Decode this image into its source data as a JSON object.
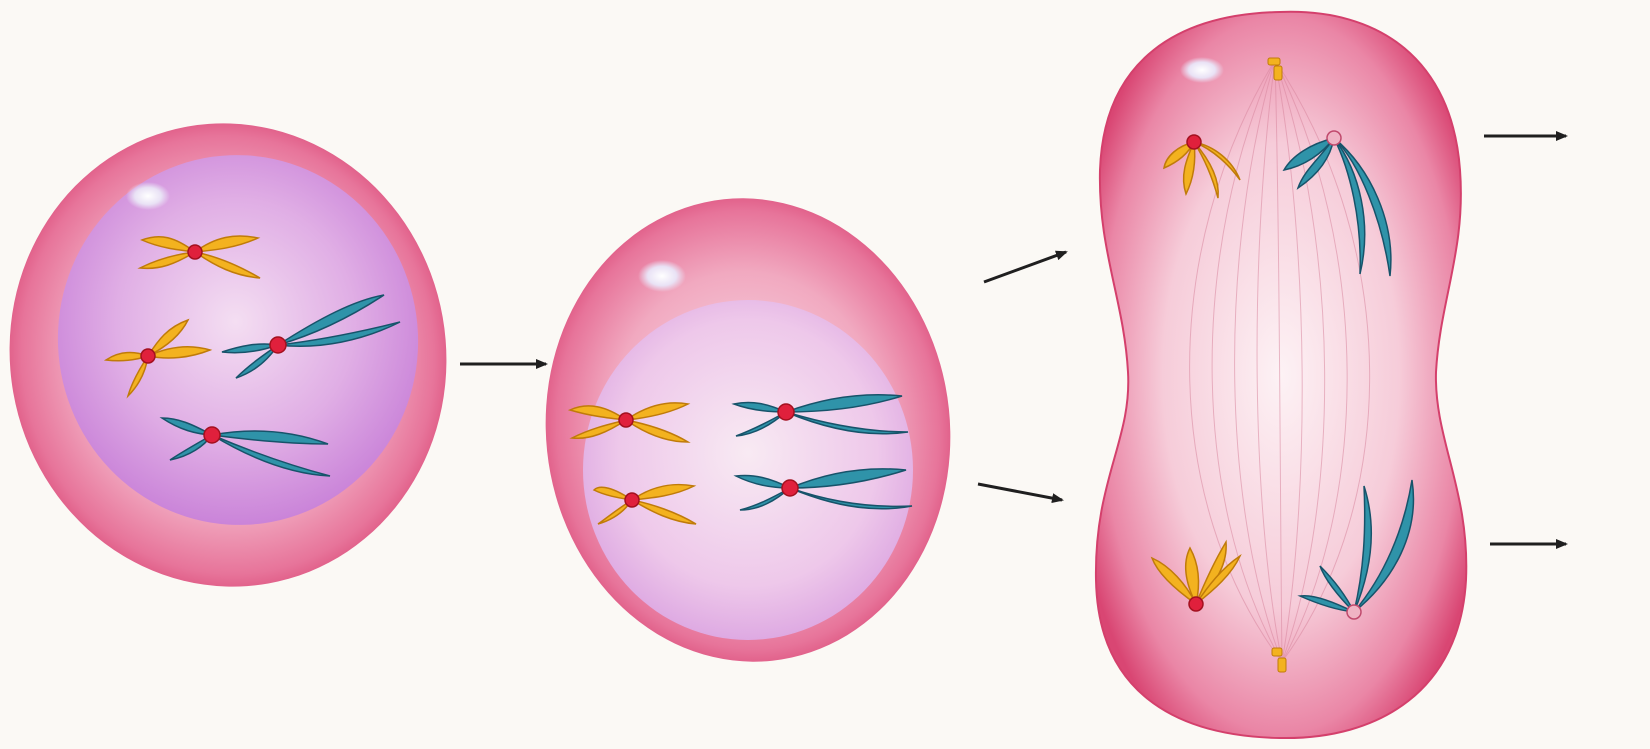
{
  "colors": {
    "background": "#fbf9f5",
    "membrane_outer": "#dd3f72",
    "membrane_mid": "#ea7fa0",
    "membrane_light": "#f7d3df",
    "nucleus_purple": "#c67ad7",
    "nucleus_light": "#ecc6ee",
    "chromosome_yellow": "#f3b21f",
    "chromosome_yellow_edge": "#c07b0a",
    "chromosome_blue": "#2f93a9",
    "chromosome_blue_edge": "#17536a",
    "centromere": "#e0203c",
    "arrow": "#1f1f1f",
    "spindle": "#d9879f"
  },
  "stages": [
    {
      "id": "cell-1",
      "shape": "oval-with-nucleus"
    },
    {
      "id": "cell-2",
      "shape": "oval-with-fading-nucleus"
    },
    {
      "id": "cell-3",
      "shape": "dividing-cell-with-spindle"
    }
  ],
  "chromosomes": {
    "cell_1": [
      "yellow-x-chromosome-1",
      "yellow-x-chromosome-2",
      "blue-x-chromosome-1",
      "blue-x-chromosome-2"
    ],
    "cell_2": [
      "yellow-x-chromosome-1",
      "yellow-x-chromosome-2",
      "blue-x-chromosome-1",
      "blue-x-chromosome-2"
    ],
    "cell_3": [
      "yellow-chromatids-top",
      "blue-chromatids-top",
      "yellow-chromatids-bottom",
      "blue-chromatids-bottom"
    ]
  },
  "arrows": [
    "arrow-1-to-2",
    "arrow-2-to-3-top",
    "arrow-2-to-3-bottom",
    "arrow-out-top",
    "arrow-out-bottom"
  ],
  "icons": {
    "arrow": "right-arrow-icon",
    "centromere": "centromere-dot",
    "centrosome": "centrosome-icon"
  }
}
